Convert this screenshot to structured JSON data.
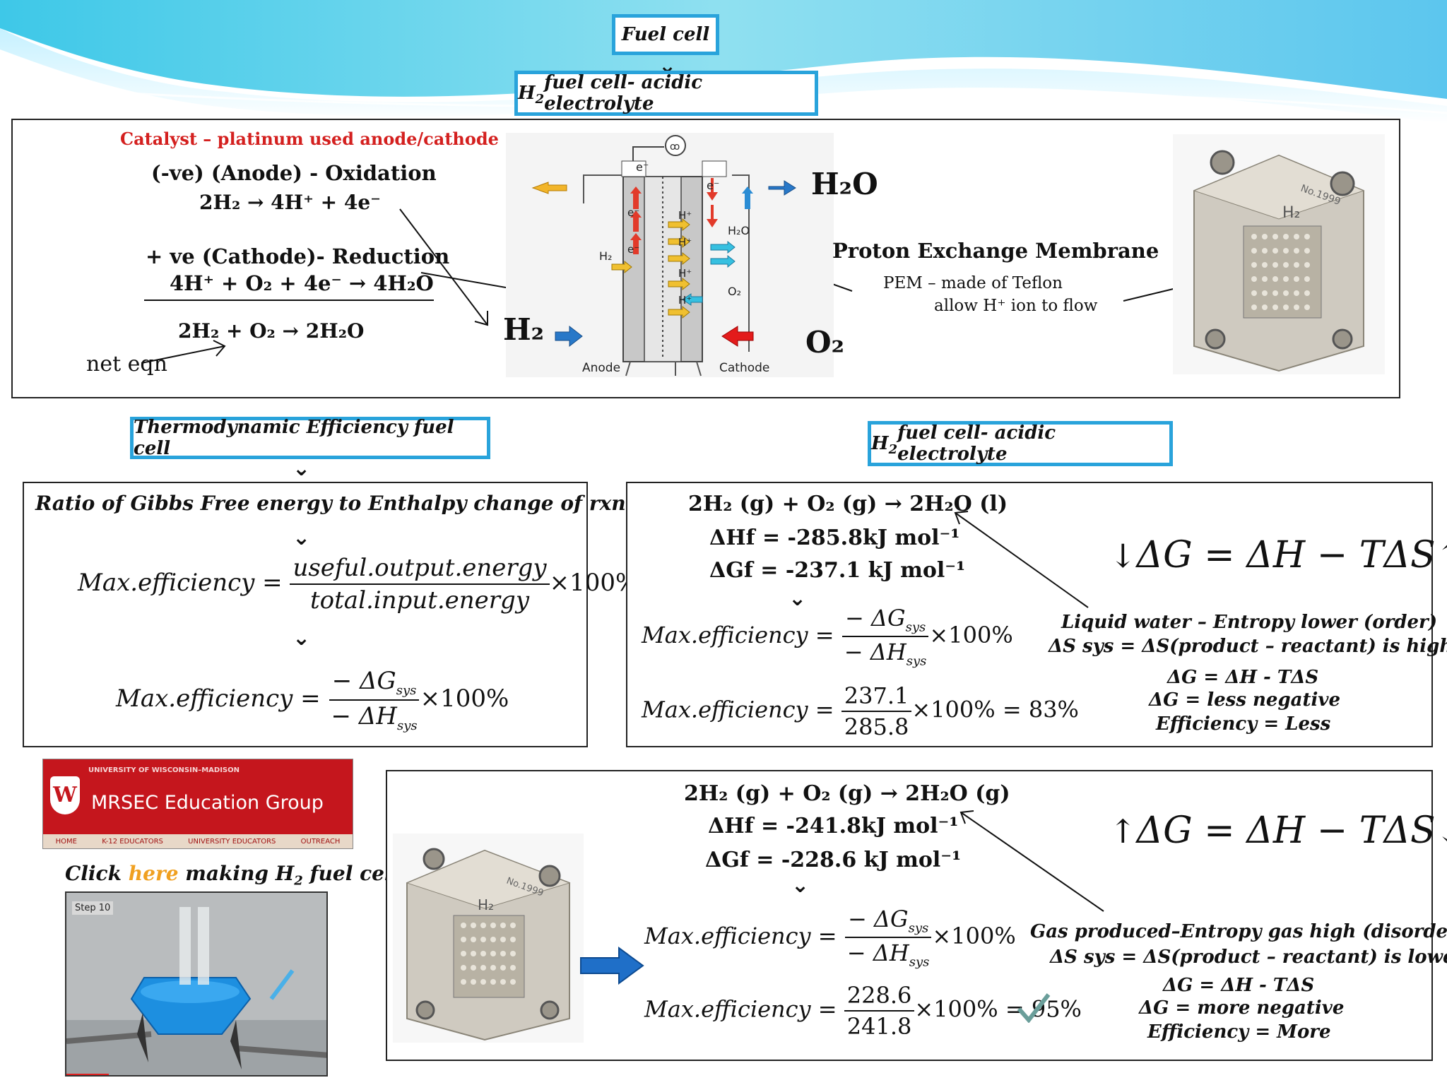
{
  "titles": {
    "fuel_cell": "Fuel cell",
    "h2_acidic": "H",
    "h2_acidic_sub": "2",
    "h2_acidic_rest": " fuel cell- acidic electrolyte",
    "thermo": "Thermodynamic Efficiency fuel cell"
  },
  "top": {
    "catalyst": "Catalyst – platinum used anode/cathode",
    "anode_title": "(-ve) (Anode) - Oxidation",
    "anode_eq": "2H₂  →  4H⁺ + 4e⁻",
    "cathode_title": "+ ve (Cathode)- Reduction",
    "cathode_eq": "4H⁺ +  O₂ + 4e⁻ → 4H₂O",
    "net_eq": "2H₂ + O₂ →    2H₂O",
    "net_label": "net eqn",
    "h2o_big": "H₂O",
    "h2_big": "H₂",
    "o2_big": "O₂",
    "pem_title": "Proton Exchange Membrane",
    "pem_line1": "PEM – made of Teflon",
    "pem_line2": "allow H⁺ ion to flow",
    "diagram_labels": {
      "anode": "Anode",
      "cathode": "Cathode",
      "e": "e⁻",
      "hplus": "H⁺",
      "h2": "H₂",
      "o2": "O₂",
      "h2o": "H₂O"
    },
    "cell_label": "H₂",
    "cell_no": "No.1999"
  },
  "thermo_box": {
    "ratio": "Ratio of Gibbs Free energy to Enthalpy change of rxn",
    "max_eff": "Max.efficiency =",
    "useful": "useful.output.energy",
    "total": "total.input.energy",
    "times100": "×100%",
    "neg_dG": "− ΔG",
    "neg_dH": "− ΔH",
    "sys": "sys"
  },
  "liquid_box": {
    "rxn": "2H₂ (g) + O₂ (g) →    2H₂O (l)",
    "dHf": "ΔHf = -285.8kJ mol⁻¹",
    "dGf": "ΔGf = -237.1 kJ mol⁻¹",
    "gibbs": "ΔG = ΔH − TΔS",
    "num": "237.1",
    "den": "285.8",
    "result": "×100% = 83%",
    "note1": "Liquid water – Entropy lower (order)",
    "note2": "ΔS sys = ΔS(product – reactant) is higher",
    "note3": "ΔG = ΔH - TΔS",
    "note4": "ΔG = less negative",
    "note5": "Efficiency = Less"
  },
  "gas_box": {
    "rxn": "2H₂ (g) + O₂ (g) →   2H₂O (g)",
    "dHf": "ΔHf = -241.8kJ mol⁻¹",
    "dGf": "ΔGf = -228.6 kJ mol⁻¹",
    "num": "228.6",
    "den": "241.8",
    "result": "×100% = 95%",
    "note1": "Gas produced–Entropy gas high (disorder)",
    "note2": "ΔS sys = ΔS(product – reactant) is lower",
    "note3": "ΔG = ΔH - TΔS",
    "note4": "ΔG = more negative",
    "note5": "Efficiency = More"
  },
  "mrsec": {
    "univ": "UNIVERSITY OF WISCONSIN–MADISON",
    "name": "MRSEC Education Group",
    "nav": [
      "HOME",
      "K-12 EDUCATORS",
      "UNIVERSITY EDUCATORS",
      "OUTREACH"
    ],
    "click": "Click ",
    "here": "here",
    "making": " making H",
    "sub2": "2",
    "fuel": " fuel cell",
    "step": "Step 10"
  },
  "colors": {
    "title_border": "#29a3db",
    "red": "#d4201f",
    "link": "#f0a020",
    "mrsec_red": "#c5161d"
  }
}
